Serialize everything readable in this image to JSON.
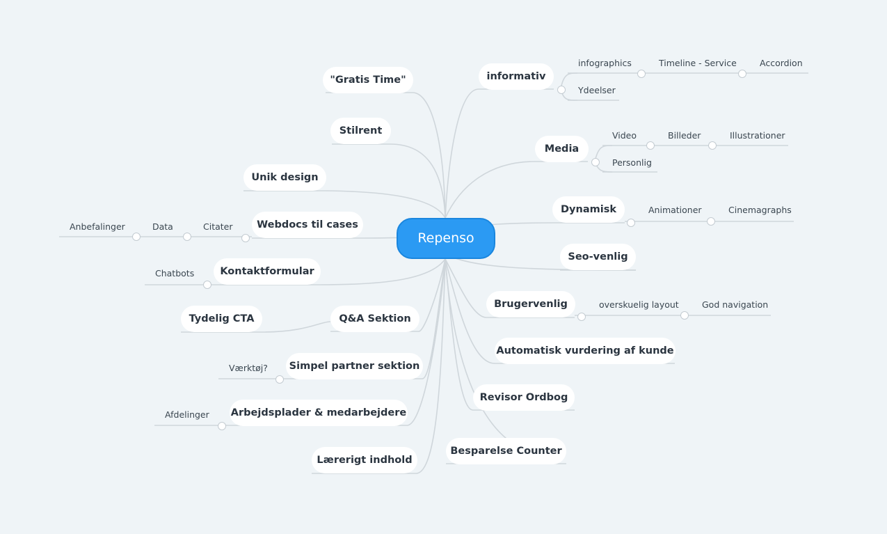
{
  "central": "Repenso",
  "left": {
    "gratis_time": "\"Gratis Time\"",
    "stilrent": "Stilrent",
    "unik_design": "Unik design",
    "webdocs": "Webdocs til cases",
    "kontaktformular": "Kontaktformular",
    "tydelig_cta": "Tydelig CTA",
    "qa_sektion": "Q&A Sektion",
    "simpel_partner": "Simpel partner sektion",
    "arbejdsplader": "Arbejdsplader & medarbejdere",
    "laererigt": "Lærerigt indhold"
  },
  "left_leaves": {
    "anbefalinger": "Anbefalinger",
    "data": "Data",
    "citater": "Citater",
    "chatbots": "Chatbots",
    "vaerktoj": "Værktøj?",
    "afdelinger": "Afdelinger"
  },
  "right": {
    "informativ": "informativ",
    "media": "Media",
    "dynamisk": "Dynamisk",
    "seo": "Seo-venlig",
    "brugervenlig": "Brugervenlig",
    "automatisk": "Automatisk vurdering af kunde",
    "revisor": "Revisor Ordbog",
    "besparelse": "Besparelse Counter"
  },
  "right_leaves": {
    "infographics": "infographics",
    "timeline": "Timeline - Service",
    "accordion": "Accordion",
    "ydeelser": "Ydeelser",
    "video": "Video",
    "billeder": "Billeder",
    "illustrationer": "Illustrationer",
    "personlig": "Personlig",
    "animationer": "Animationer",
    "cinemagraphs": "Cinemagraphs",
    "overskuelig": "overskuelig layout",
    "god_navigation": "God navigation"
  }
}
